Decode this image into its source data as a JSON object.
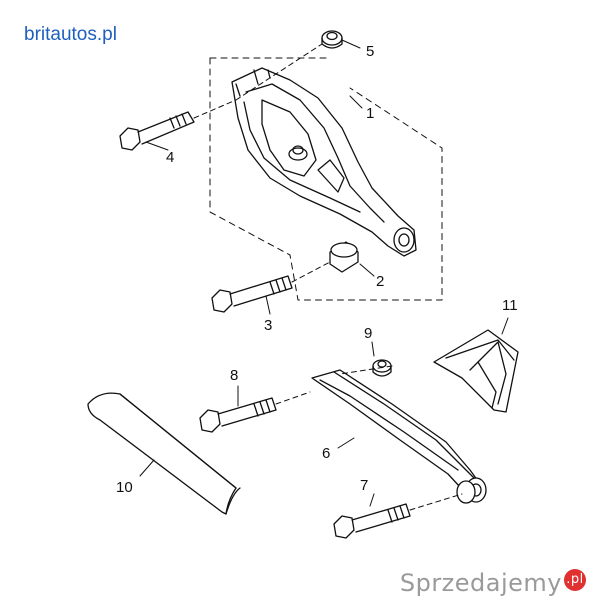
{
  "watermark_header": "britautos.pl",
  "watermark_footer": "Sprzedajemy",
  "watermark_footer_suffix": ".pl",
  "callouts": {
    "c1": "1",
    "c2": "2",
    "c3": "3",
    "c4": "4",
    "c5": "5",
    "c6": "6",
    "c7": "7",
    "c8": "8",
    "c9": "9",
    "c10": "10",
    "c11": "11"
  }
}
